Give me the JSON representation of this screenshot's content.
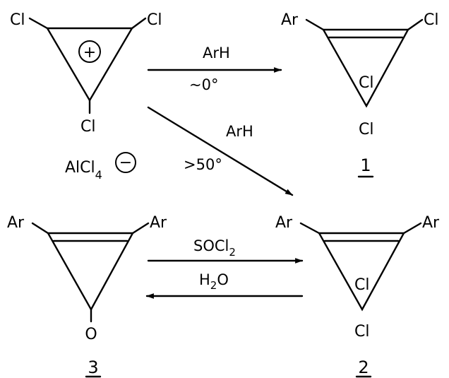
{
  "reactant": {
    "substituents": [
      "Cl",
      "Cl",
      "Cl"
    ],
    "charge": "+",
    "counterion": {
      "base": "AlCl",
      "subscript": "4",
      "charge": "−"
    }
  },
  "compound_1": {
    "label": "1",
    "top_left": "Ar",
    "top_right": "Cl",
    "bottom": [
      "Cl",
      "Cl"
    ]
  },
  "compound_2": {
    "label": "2",
    "top_left": "Ar",
    "top_right": "Ar",
    "bottom": [
      "Cl",
      "Cl"
    ]
  },
  "compound_3": {
    "label": "3",
    "top_left": "Ar",
    "top_right": "Ar",
    "bottom": "O"
  },
  "arrows": {
    "to_1": {
      "reagent": "ArH",
      "condition": "~0°"
    },
    "to_2": {
      "reagent": "ArH",
      "condition": ">50°"
    },
    "forward_3_to_2": {
      "reagent": "SOCl",
      "subscript": "2"
    },
    "reverse_2_to_3": {
      "reagent": "H",
      "subscript": "2",
      "suffix": "O"
    }
  }
}
